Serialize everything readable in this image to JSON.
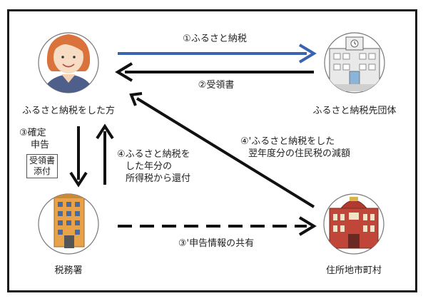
{
  "nodes": {
    "donor": {
      "label": "ふるさと納税をした方"
    },
    "municipality": {
      "label": "ふるさと納税先団体"
    },
    "tax_office": {
      "label": "税務署"
    },
    "resident_town": {
      "label": "住所地市町村"
    }
  },
  "flows": {
    "donation": "①ふるさと納税",
    "receipt": "②受領書",
    "filing_line1": "③確定",
    "filing_line2": "申告",
    "receipt_attach_line1": "受領書",
    "receipt_attach_line2": "添付",
    "refund_line1": "④ふるさと納税を",
    "refund_line2": "した年分の",
    "refund_line3": "所得税から還付",
    "reduction_line1": "④'ふるさと納税をした",
    "reduction_line2": "翌年度分の住民税の減額",
    "info_share": "③'申告情報の共有"
  },
  "colors": {
    "donation_arrow": "#3b63b3",
    "arrow": "#111111",
    "frame": "#1a1a1a"
  }
}
